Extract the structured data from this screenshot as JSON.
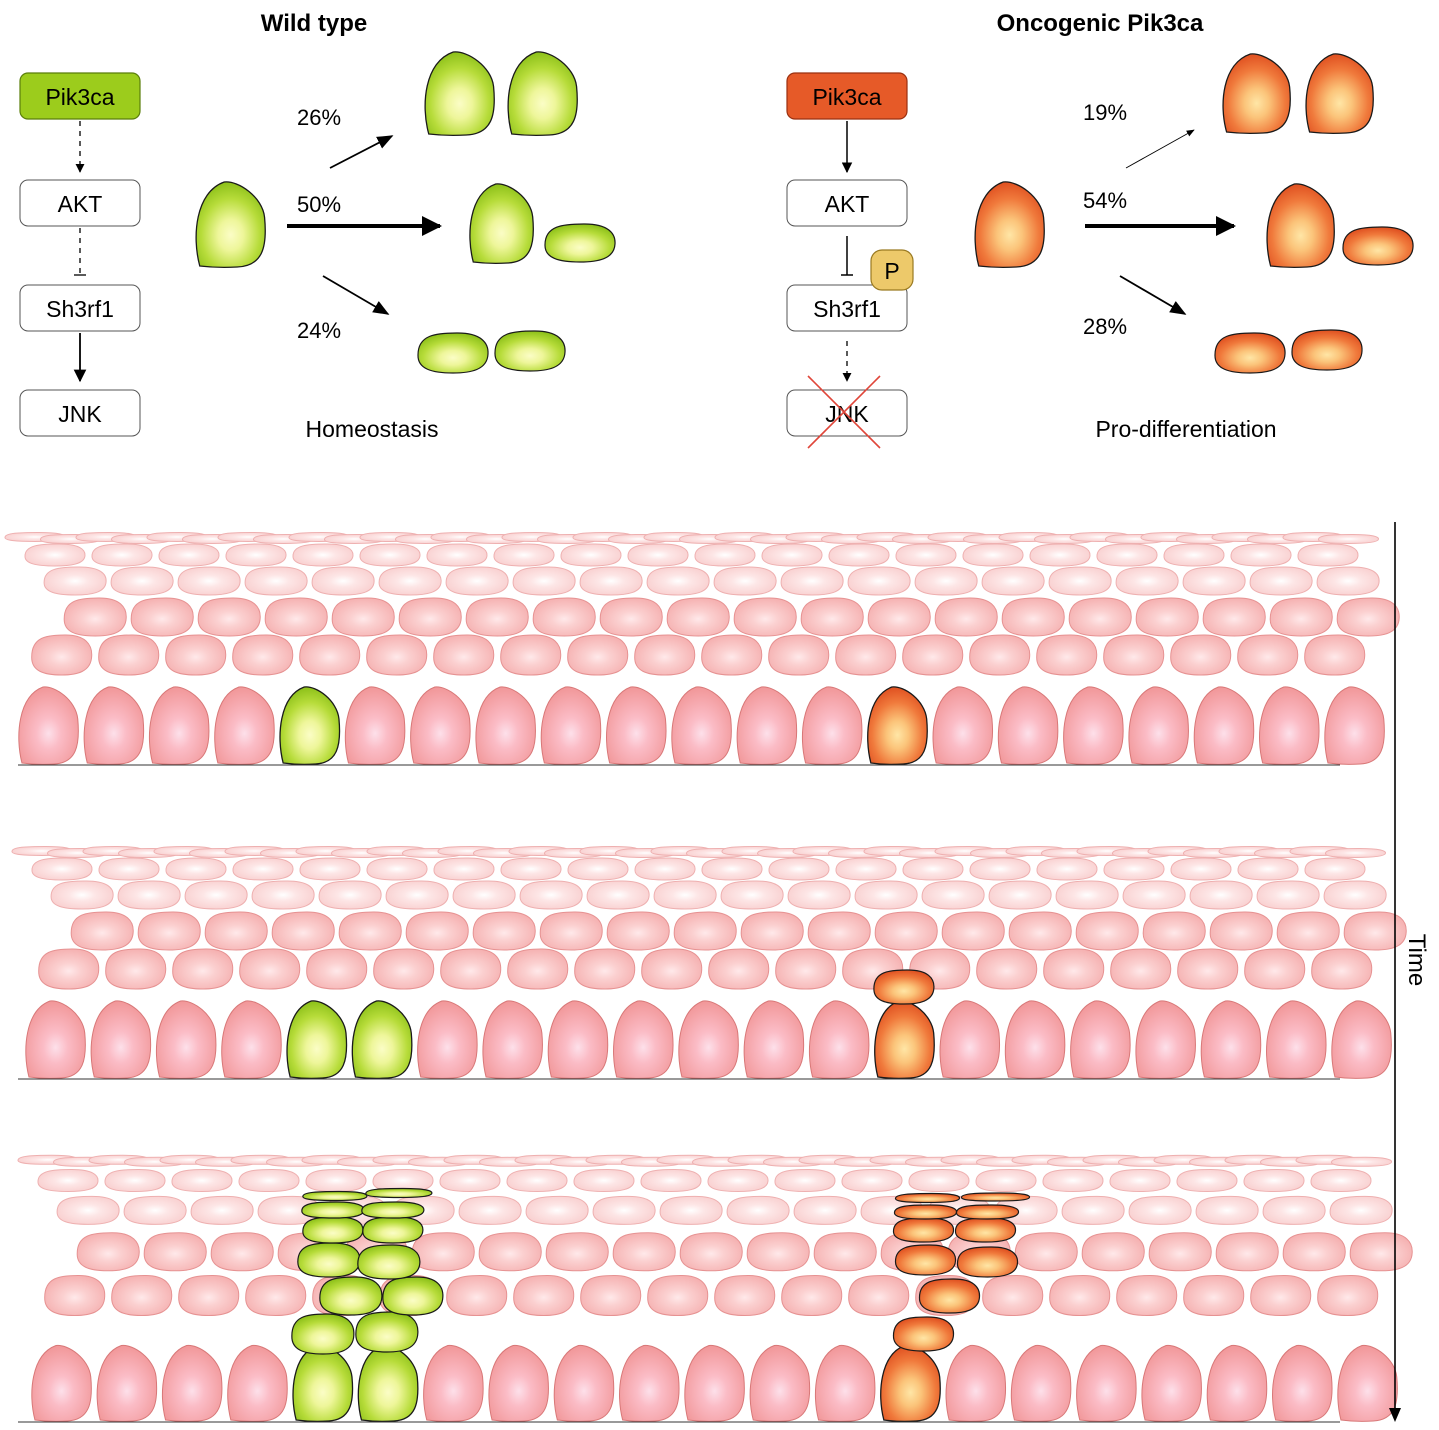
{
  "wild_type": {
    "title": "Wild type",
    "pathway": [
      "Pik3ca",
      "AKT",
      "Sh3rf1",
      "JNK"
    ],
    "fates": [
      "26%",
      "50%",
      "24%"
    ],
    "outcome": "Homeostasis"
  },
  "oncogenic": {
    "title": "Oncogenic Pik3ca",
    "pathway": [
      "Pik3ca",
      "AKT",
      "Sh3rf1",
      "JNK"
    ],
    "phospho_label": "P",
    "fates": [
      "19%",
      "54%",
      "28%"
    ],
    "outcome": "Pro-differentiation"
  },
  "time_axis": {
    "label": "Time"
  },
  "colors": {
    "wt_green": "#9ccc1c",
    "wt_green_light": "#f4f9a8",
    "onc_orange": "#e65a28",
    "onc_orange_light": "#ffd98a",
    "tissue_pink": "#f29a9a",
    "tissue_pink_light": "#fde2e2",
    "phospho_fill": "#edc96a"
  }
}
